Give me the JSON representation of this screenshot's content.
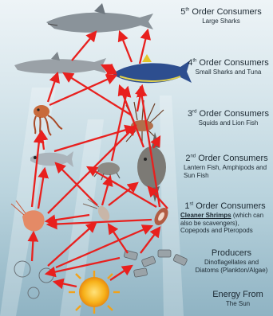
{
  "levels": [
    {
      "ord": "5",
      "sup": "th",
      "title": "Order Consumers",
      "sub": "Large Sharks"
    },
    {
      "ord": "4",
      "sup": "th",
      "title": "Order Consumers",
      "sub": "Small Sharks and Tuna"
    },
    {
      "ord": "3",
      "sup": "rd",
      "title": "Order Consumers",
      "sub": "Squids and Lion Fish"
    },
    {
      "ord": "2",
      "sup": "nd",
      "title": "Order Consumers",
      "sub": "Lantern Fish, Amphipods and Sun Fish"
    },
    {
      "ord": "1",
      "sup": "st",
      "title": "Order Consumers",
      "sub_bold": "Cleaner Shrimps",
      "sub": "(which can also be scavengers), Copepods and Pteropods"
    },
    {
      "title": "Producers",
      "sub": "Dinoflagellates and Diatoms (Plankton/Algae)"
    },
    {
      "title": "Energy From",
      "sub": "The Sun"
    }
  ],
  "colors": {
    "arrow": "#e8201e",
    "sun": "#f7b21a",
    "water": "#b9d3dd"
  }
}
